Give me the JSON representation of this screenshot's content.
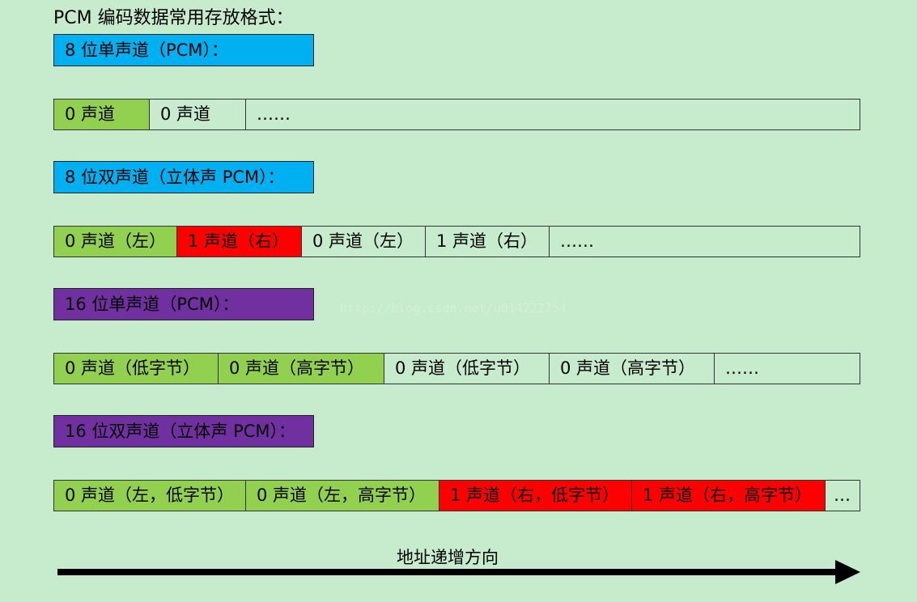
{
  "title": "PCM 编码数据常用存放格式：",
  "colors": {
    "background": "#c6ebcd",
    "blue": "#00b0f0",
    "purple": "#7030a0",
    "green": "#92d050",
    "red": "#ff0000",
    "empty": "#c6ebcd"
  },
  "sections": [
    {
      "label": "8 位单声道（PCM）：",
      "label_color": "blue",
      "cells": [
        {
          "text": "0 声道",
          "color": "green"
        },
        {
          "text": "0 声道",
          "color": "empty"
        },
        {
          "text": "……",
          "color": "empty"
        }
      ]
    },
    {
      "label": "8 位双声道（立体声 PCM）：",
      "label_color": "blue",
      "cells": [
        {
          "text": "0 声道（左）",
          "color": "green"
        },
        {
          "text": "1 声道（右）",
          "color": "red"
        },
        {
          "text": "0 声道（左）",
          "color": "empty"
        },
        {
          "text": "1 声道（右）",
          "color": "empty"
        },
        {
          "text": "……",
          "color": "empty"
        }
      ]
    },
    {
      "label": "16 位单声道（PCM）：",
      "label_color": "purple",
      "cells": [
        {
          "text": "0 声道（低字节）",
          "color": "green"
        },
        {
          "text": "0 声道（高字节）",
          "color": "green"
        },
        {
          "text": "0 声道（低字节）",
          "color": "empty"
        },
        {
          "text": "0 声道（高字节）",
          "color": "empty"
        },
        {
          "text": "……",
          "color": "empty"
        }
      ]
    },
    {
      "label": "16 位双声道（立体声 PCM）：",
      "label_color": "purple",
      "cells": [
        {
          "text": "0 声道（左，低字节）",
          "color": "green"
        },
        {
          "text": "0 声道（左，高字节）",
          "color": "green"
        },
        {
          "text": "1 声道（右，低字节）",
          "color": "red"
        },
        {
          "text": "1 声道（右，高字节）",
          "color": "red"
        },
        {
          "text": "…",
          "color": "empty"
        }
      ]
    }
  ],
  "watermark": "http://blog.csdn.net/u014722754",
  "arrow_label": "地址递增方向"
}
